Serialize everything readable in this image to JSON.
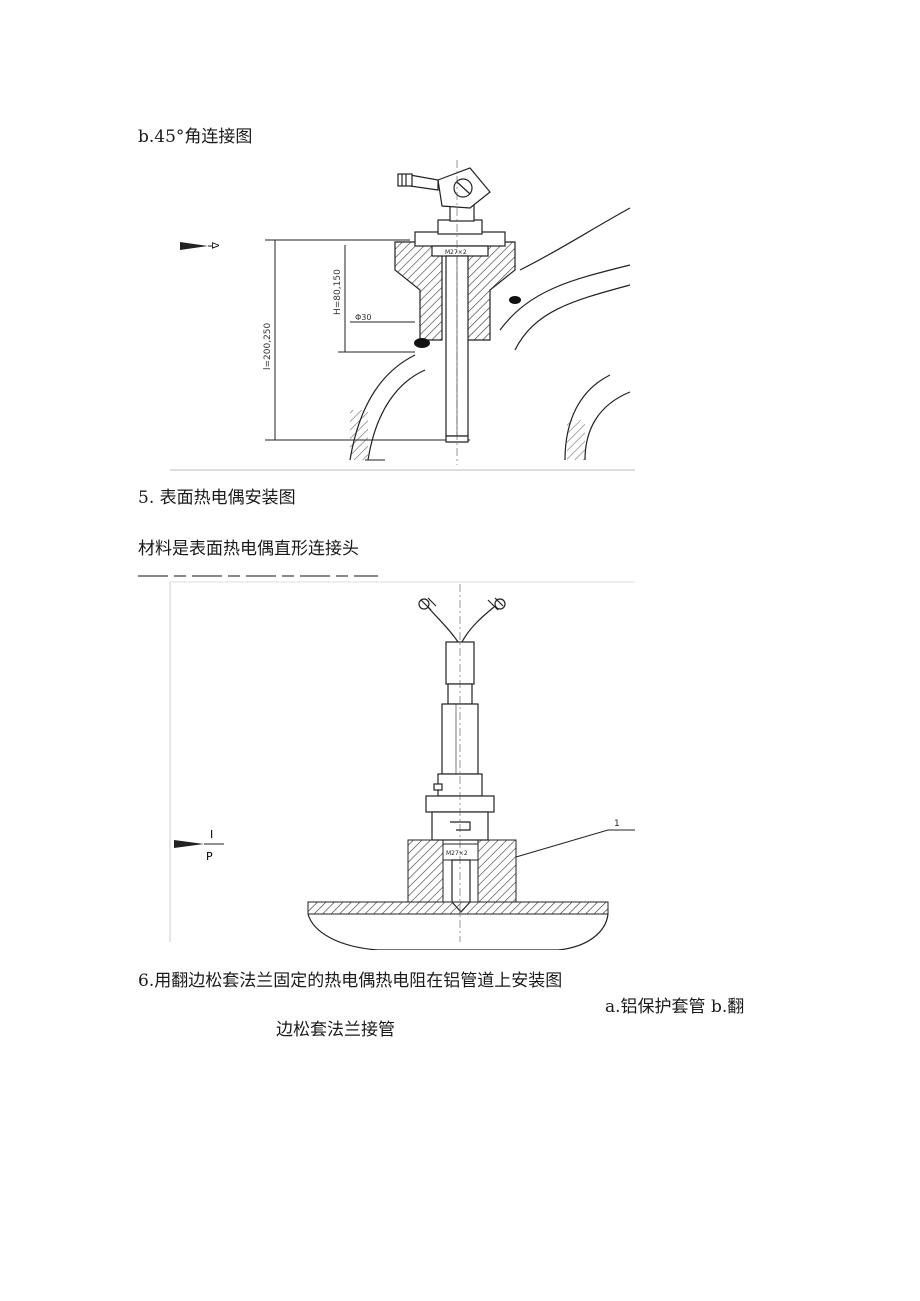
{
  "document": {
    "caption_b": "b.45°角连接图",
    "heading_5": "5. 表面热电偶安装图",
    "material_note": "材料是表面热电偶直形连接头",
    "heading_6": "6.用翻边松套法兰固定的热电偶热电阻在铝管道上安装图",
    "caption_6_a": "a.铝保护套管 b.翻",
    "caption_6_b": "边松套法兰接管"
  },
  "figure1": {
    "dim_total": "l=200,250",
    "dim_insert": "H=80,150",
    "dim_dia": "Φ30",
    "plate_mark": "M27×2",
    "level_mark": "Δ"
  },
  "figure2": {
    "level_top": "I",
    "level_bottom": "P",
    "leader_label": "1",
    "plate_mark": "M27×2"
  }
}
